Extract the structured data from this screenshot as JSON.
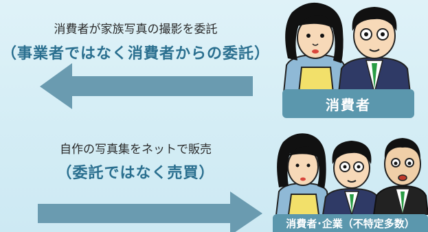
{
  "top_panel": {
    "caption": "消費者が家族写真の撮影を委託",
    "subcaption": "（事業者ではなく消費者からの委託）",
    "label": "消費者"
  },
  "bottom_panel": {
    "caption": "自作の写真集をネットで販売",
    "subcaption": "（委託ではなく売買）",
    "label": "消費者･企業（不特定多数）"
  },
  "arrows": [
    {
      "direction": "left"
    },
    {
      "direction": "right"
    }
  ],
  "colors": {
    "background": "#d4edf5",
    "arrow": "#6a9bb0",
    "label_bg": "#5b97ad",
    "subcaption": "#2a6f8f"
  },
  "icons": [
    "woman-consumer-icon",
    "young-man-consumer-icon",
    "older-man-businessman-icon"
  ]
}
